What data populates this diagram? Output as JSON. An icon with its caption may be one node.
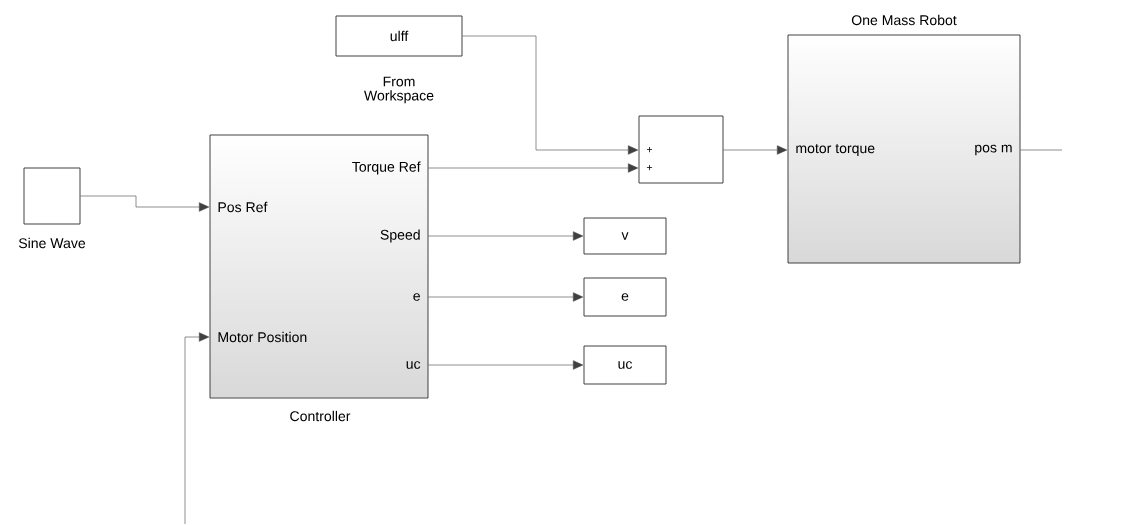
{
  "diagram": {
    "nodes": [
      {
        "text": [
          "Sine Wave"
        ]
      },
      {
        "text": [
          "ulff",
          "From Workspace"
        ]
      },
      {
        "text": [
          "Controller",
          "Pos Ref",
          "Motor Position",
          "Torque Ref",
          "Speed",
          "e",
          "uc"
        ]
      },
      {
        "text": [
          "+",
          "+"
        ]
      },
      {
        "text": [
          "One Mass Robot",
          "motor torque",
          "pos m"
        ]
      },
      {
        "text": [
          "v"
        ]
      },
      {
        "text": [
          "e"
        ]
      },
      {
        "text": [
          "uc"
        ]
      }
    ],
    "edges": [
      {
        "from": 0,
        "to": 2,
        "arrow": "to"
      },
      {
        "from": 1,
        "to": 3,
        "arrow": "to"
      },
      {
        "from": 2,
        "to": 3,
        "arrow": "to"
      },
      {
        "from": 3,
        "to": 4,
        "arrow": "to"
      },
      {
        "from": 2,
        "to": 5,
        "arrow": "to"
      },
      {
        "from": 2,
        "to": 6,
        "arrow": "to"
      },
      {
        "from": 2,
        "to": 7,
        "arrow": "to"
      },
      {
        "from": 4,
        "to": null,
        "arrow": "none"
      },
      {
        "from": null,
        "to": 2,
        "arrow": "to"
      }
    ]
  }
}
